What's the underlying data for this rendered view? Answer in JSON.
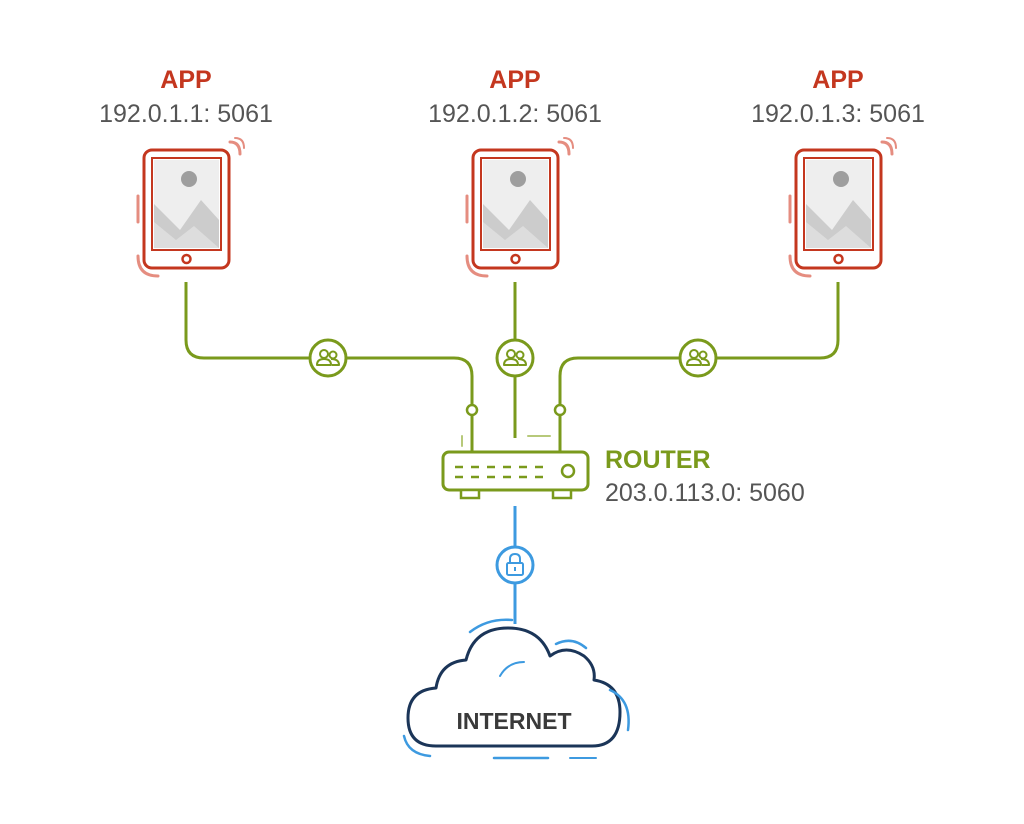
{
  "apps": [
    {
      "title": "APP",
      "address": "192.0.1.1: 5061"
    },
    {
      "title": "APP",
      "address": "192.0.1.2: 5061"
    },
    {
      "title": "APP",
      "address": "192.0.1.3: 5061"
    }
  ],
  "router": {
    "title": "ROUTER",
    "address": "203.0.113.0: 5060"
  },
  "internet": {
    "label": "INTERNET"
  },
  "icons": {
    "device": "tablet-icon",
    "link_badge": "users-icon",
    "uplink_badge": "lock-icon",
    "router": "router-icon",
    "cloud": "cloud-icon"
  },
  "colors": {
    "app": "#c4371f",
    "app_accent": "#e58d80",
    "link": "#7a9a1c",
    "uplink": "#3d9ae0",
    "cloud_outline": "#1b3558",
    "text": "#555555"
  }
}
